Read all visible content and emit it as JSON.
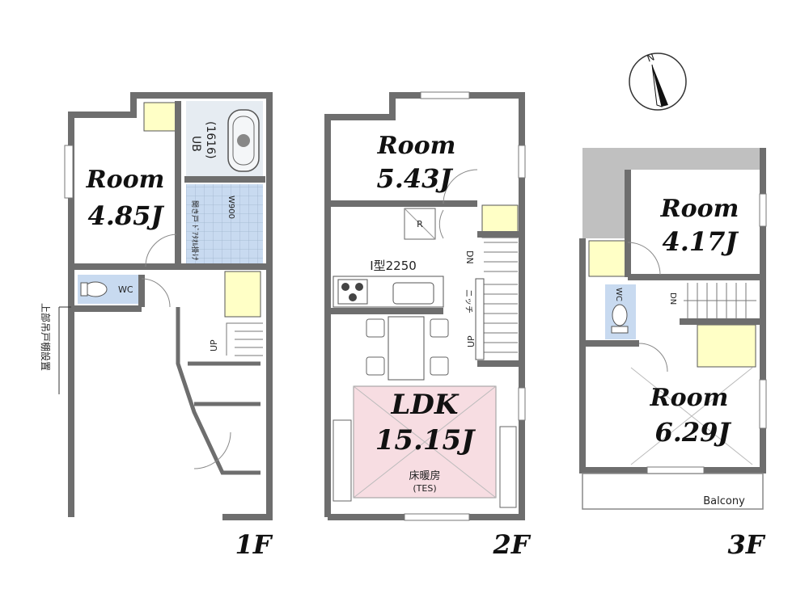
{
  "floors": [
    {
      "label": "1F",
      "rooms": [
        {
          "name": "Room",
          "size": "4.85J"
        }
      ],
      "labels": {
        "ub": "UB",
        "ub_size": "(1616)",
        "door_note": "開き戸 ﾄﾞｱﾀｵﾙ掛け",
        "w900": "W900",
        "wc": "WC",
        "up": "UP",
        "storage_note": "上部吊戸棚設置"
      }
    },
    {
      "label": "2F",
      "rooms": [
        {
          "name": "Room",
          "size": "5.43J"
        },
        {
          "name": "LDK",
          "size": "15.15J"
        }
      ],
      "labels": {
        "kitchen": "I型2250",
        "fridge": "R",
        "dn": "DN",
        "up": "UP",
        "niche": "ニッチ",
        "floor_heating": "床暖房",
        "tes": "(TES)"
      }
    },
    {
      "label": "3F",
      "rooms": [
        {
          "name": "Room",
          "size": "4.17J"
        },
        {
          "name": "Room",
          "size": "6.29J"
        }
      ],
      "labels": {
        "wc": "WC",
        "dn": "DN",
        "balcony": "Balcony"
      }
    }
  ],
  "compass": {
    "north": "N"
  },
  "colors": {
    "wall": "#6e6e6e",
    "storage_fill": "#ffffc6",
    "wet_area": "#c8daf0",
    "floor_heating": "#f7dde2",
    "shaded": "#c0c0c0"
  }
}
